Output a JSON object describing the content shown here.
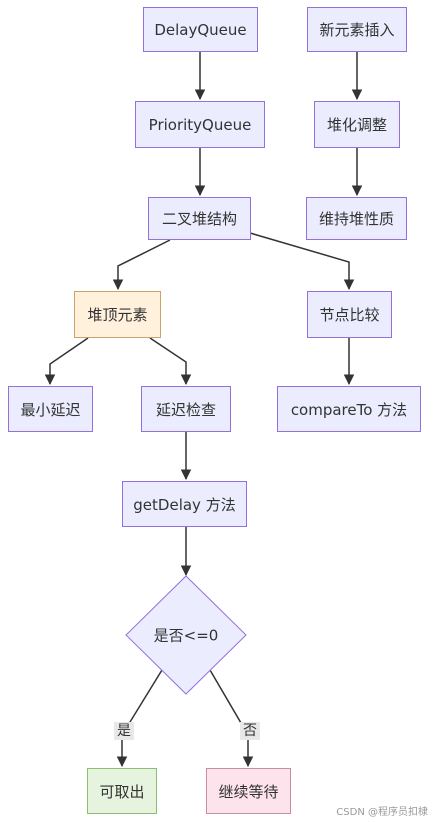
{
  "nodes": {
    "delayqueue": "DelayQueue",
    "priorityqueue": "PriorityQueue",
    "binary_heap": "二叉堆结构",
    "heap_top": "堆顶元素",
    "min_delay": "最小延迟",
    "delay_check": "延迟检查",
    "getdelay": "getDelay 方法",
    "decision": "是否<=0",
    "can_take": "可取出",
    "keep_waiting": "继续等待",
    "new_element": "新元素插入",
    "heapify": "堆化调整",
    "maintain_heap": "维持堆性质",
    "node_compare": "节点比较",
    "compareto": "compareTo 方法"
  },
  "edge_labels": {
    "yes": "是",
    "no": "否"
  },
  "watermark": "CSDN @程序员扣棣",
  "colors": {
    "node_fill": "#ECECFF",
    "node_border": "#9370DB",
    "heap_top_fill": "#FFF1DC",
    "can_take_fill": "#E6F4DF",
    "keep_waiting_fill": "#FDE3EC",
    "edge": "#333333"
  }
}
